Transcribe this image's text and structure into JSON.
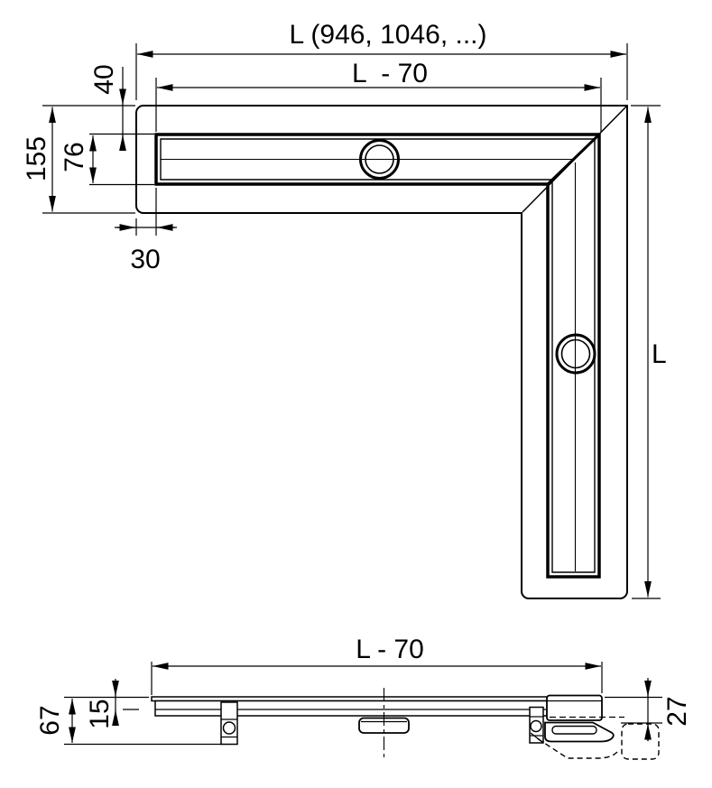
{
  "drawing": {
    "background_color": "#ffffff",
    "line_color": "#000000",
    "top_view": {
      "overall_length_label": "L (946, 1046, ...)",
      "grate_length_label": "L  - 70",
      "edge_to_grate_label": "40",
      "grate_width_label": "76",
      "body_width_label": "155",
      "end_offset_label": "30",
      "leg_length_label": "L"
    },
    "side_view": {
      "grate_length_label": "L - 70",
      "total_height_label": "67",
      "edge_height_label": "15",
      "outlet_height_label": "27"
    }
  }
}
